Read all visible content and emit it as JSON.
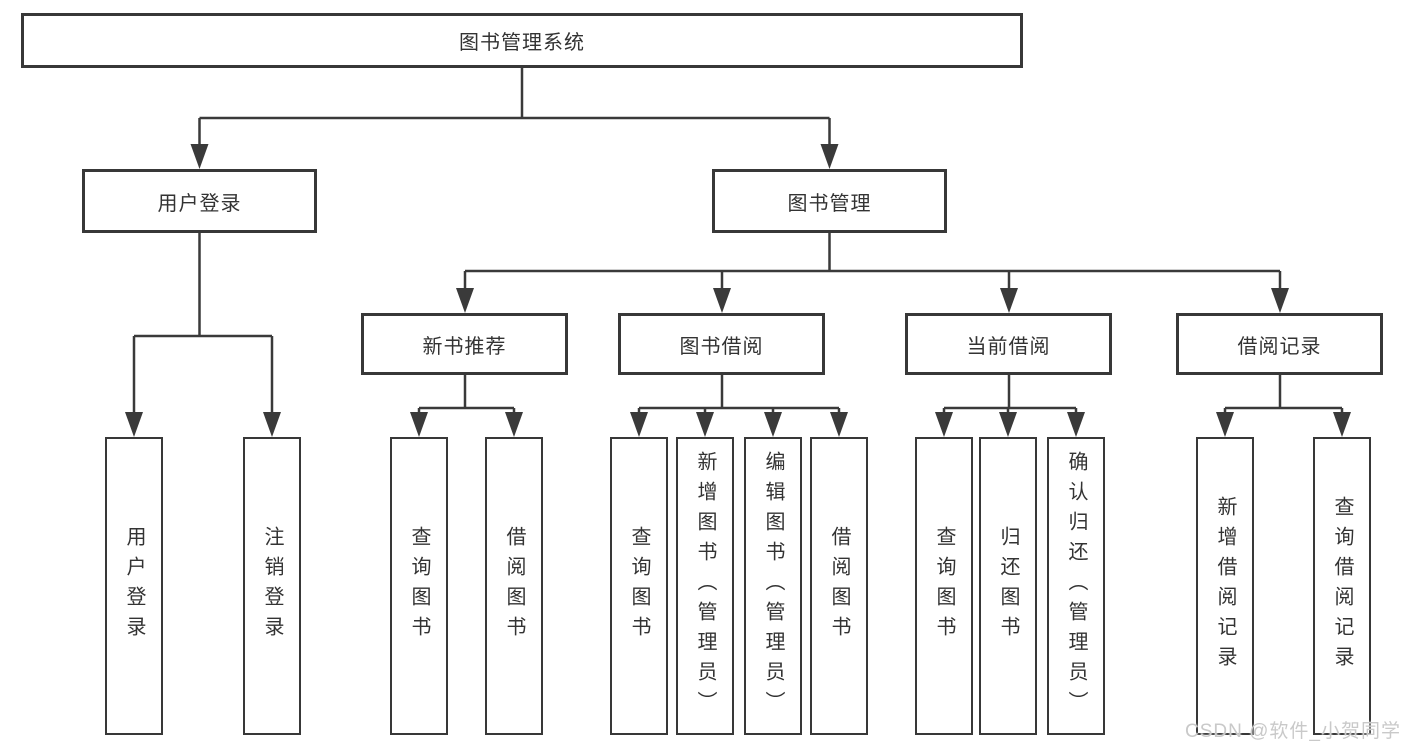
{
  "tree": {
    "label": "图书管理系统",
    "children": [
      {
        "label": "用户登录",
        "children": [
          {
            "label": "用户登录"
          },
          {
            "label": "注销登录"
          }
        ]
      },
      {
        "label": "图书管理",
        "children": [
          {
            "label": "新书推荐",
            "children": [
              {
                "label": "查询图书"
              },
              {
                "label": "借阅图书"
              }
            ]
          },
          {
            "label": "图书借阅",
            "children": [
              {
                "label": "查询图书"
              },
              {
                "label": "新增图书（管理员）"
              },
              {
                "label": "编辑图书（管理员）"
              },
              {
                "label": "借阅图书"
              }
            ]
          },
          {
            "label": "当前借阅",
            "children": [
              {
                "label": "查询图书"
              },
              {
                "label": "归还图书"
              },
              {
                "label": "确认归还（管理员）"
              }
            ]
          },
          {
            "label": "借阅记录",
            "children": [
              {
                "label": "新增借阅记录"
              },
              {
                "label": "查询借阅记录"
              }
            ]
          }
        ]
      }
    ]
  },
  "watermark": "CSDN @软件_小贺同学",
  "colors": {
    "line": "#3a3a3a",
    "border": "#383838",
    "text": "#333333",
    "watermark": "#c9c9c9",
    "background": "#ffffff"
  }
}
